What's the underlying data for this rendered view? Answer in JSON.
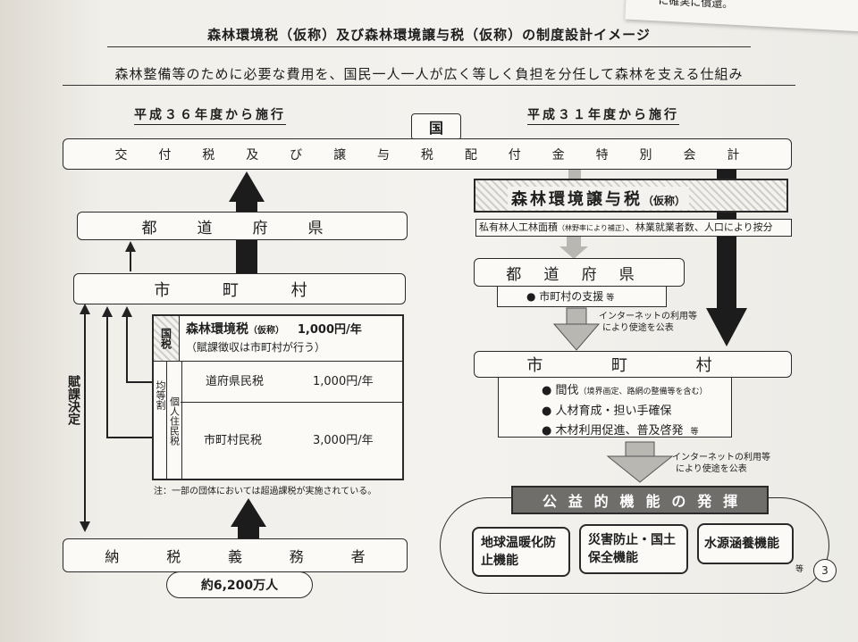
{
  "header": {
    "title": "森林環境税（仮称）及び森林環境譲与税（仮称）の制度設計イメージ",
    "subtitle": "森林整備等のために必要な費用を、国民一人一人が広く等しく負担を分任して森林を支える仕組み",
    "corner_text": "に確実に償還。"
  },
  "left": {
    "heading": "平成３６年度から施行",
    "prefecture": [
      "都",
      "道",
      "府",
      "県"
    ],
    "municipality": [
      "市",
      "町",
      "村"
    ],
    "tax_table": {
      "national_tax_label": "国税",
      "forest_tax_name": "森林環境税",
      "forest_tax_kasho": "（仮称）",
      "forest_tax_amount": "1,000円/年",
      "forest_tax_note": "（賦課徴収は市町村が行う）",
      "resident_tax_label": "個人住民税",
      "equal_label": "均等割",
      "pref_tax_name": "道府県民税",
      "pref_tax_amount": "1,000円/年",
      "muni_tax_name": "市町村民税",
      "muni_tax_amount": "3,000円/年"
    },
    "assessment_label": "賦課決定",
    "note": "注：一部の団体においては超過課税が実施されている。",
    "taxpayers": [
      "納",
      "税",
      "義",
      "務",
      "者"
    ],
    "taxpayer_count": "約6,200万人"
  },
  "center": {
    "national_label": "国",
    "special_account": [
      "交",
      "付",
      "税",
      "及",
      "び",
      "譲",
      "与",
      "税",
      "配",
      "付",
      "金",
      "特",
      "別",
      "会",
      "計"
    ]
  },
  "right": {
    "heading": "平成３１年度から施行",
    "transfer_tax_name": "森林環境譲与税",
    "transfer_tax_kasho": "（仮称）",
    "allocation_basis_prefix": "私有林人工林面積",
    "allocation_basis_small": "（林野率により補正）",
    "allocation_basis_suffix": "、林業就業者数、人口により按分",
    "prefecture": [
      "都",
      "道",
      "府",
      "県"
    ],
    "pref_use": "● 市町村の支援",
    "pref_use_tou": "等",
    "internet_note_1": "インターネットの利用等",
    "internet_note_2": "により使途を公表",
    "municipality": [
      "市",
      "町",
      "村"
    ],
    "muni_uses": [
      {
        "text": "● 間伐",
        "small": "（境界画定、路網の整備等を含む）"
      },
      {
        "text": "● 人材育成・担い手確保",
        "small": ""
      },
      {
        "text": "● 木材利用促進、普及啓発",
        "small": "等"
      }
    ],
    "public_function": [
      "公",
      "益",
      "的",
      "機",
      "能",
      "の",
      "発",
      "揮"
    ],
    "functions": [
      "地球温暖化防止機能",
      "災害防止・国土保全機能",
      "水源涵養機能"
    ],
    "functions_tou": "等",
    "page_number": "3"
  }
}
